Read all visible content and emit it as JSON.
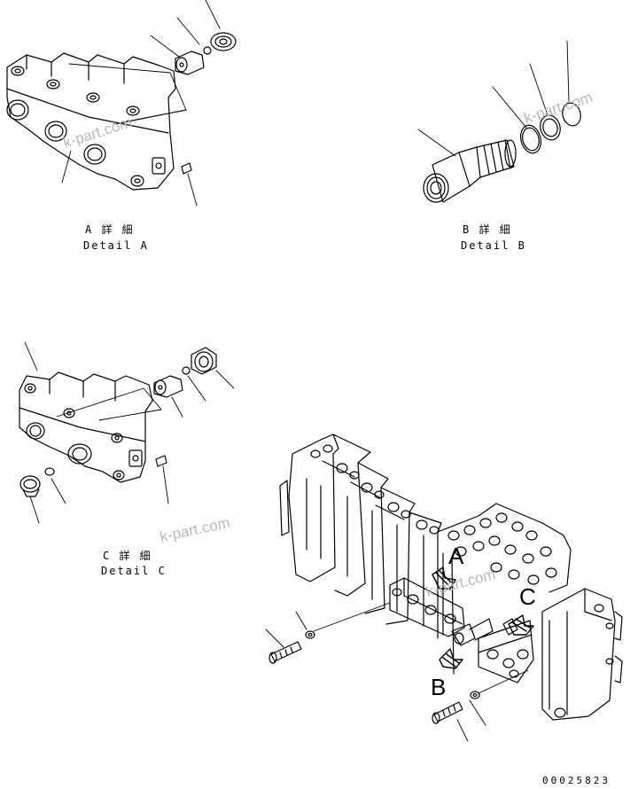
{
  "details": [
    {
      "jp": "A 詳 細",
      "en": "Detail A"
    },
    {
      "jp": "B 詳 細",
      "en": "Detail B"
    },
    {
      "jp": "C 詳 細",
      "en": "Detail C"
    }
  ],
  "view_letters": {
    "a": "A",
    "b": "B",
    "c": "C"
  },
  "watermark": "k-part.com",
  "drawing_code": "00025823"
}
